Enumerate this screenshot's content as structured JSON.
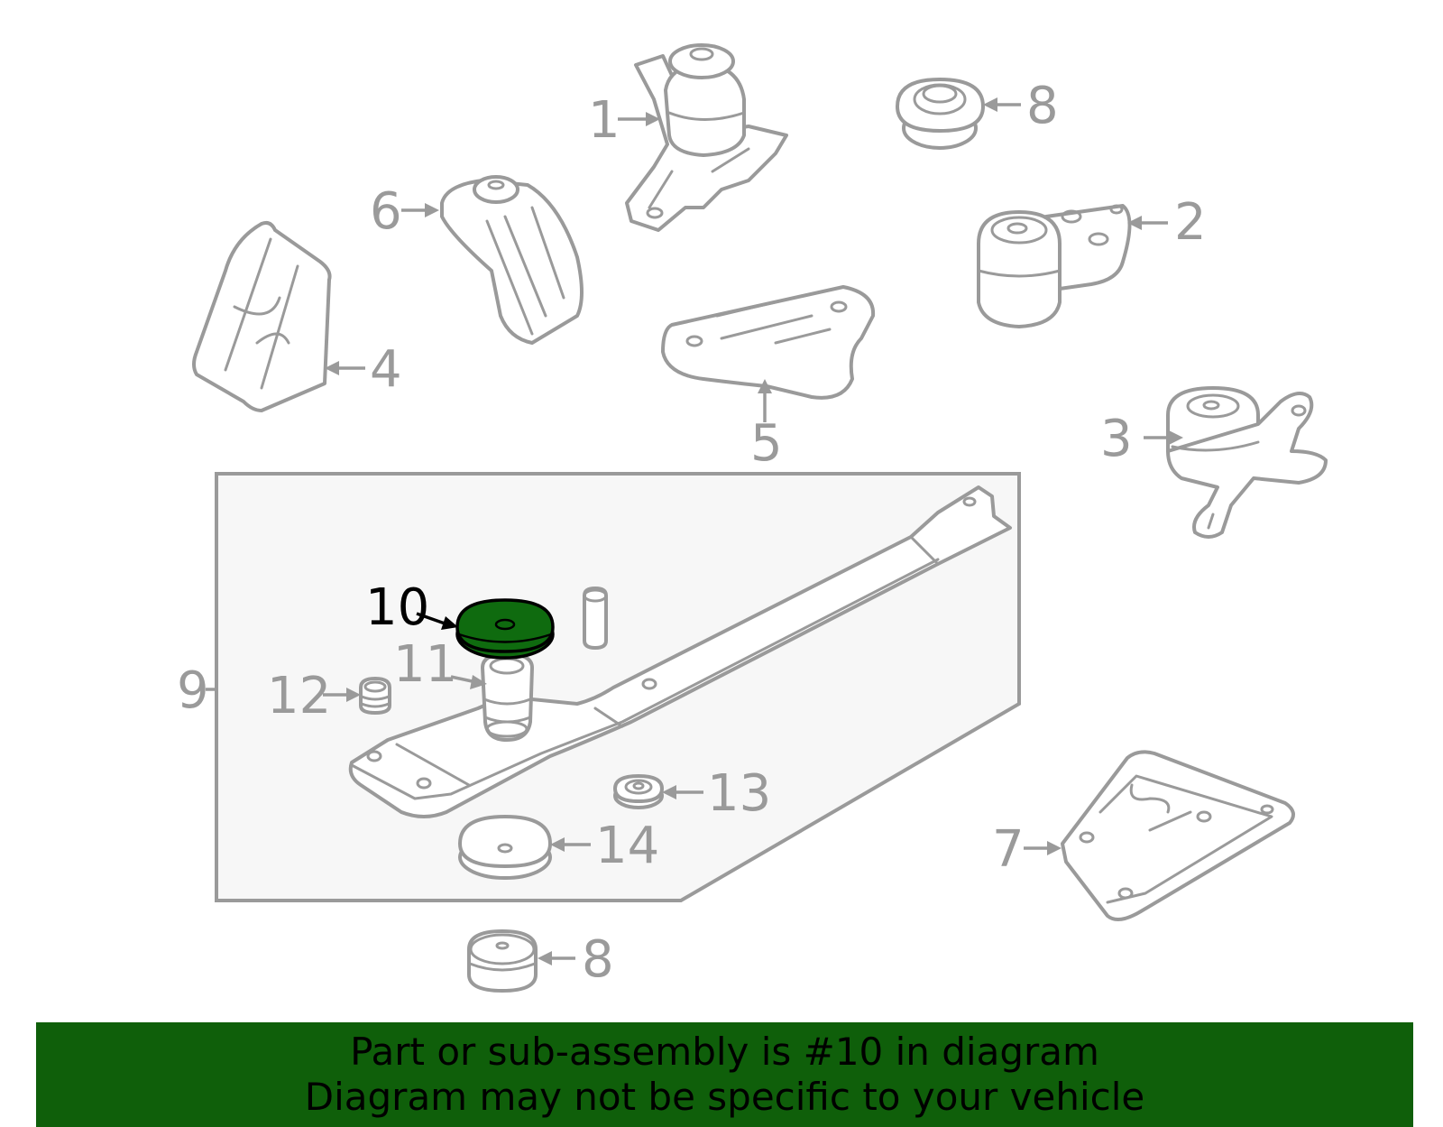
{
  "callouts": {
    "c1": "1",
    "c2": "2",
    "c3": "3",
    "c4": "4",
    "c5": "5",
    "c6": "6",
    "c7": "7",
    "c8a": "8",
    "c8b": "8",
    "c9": "9",
    "c10": "10",
    "c11": "11",
    "c12": "12",
    "c13": "13",
    "c14": "14"
  },
  "banner": {
    "line1": "Part or sub-assembly is #10 in diagram",
    "line2": "Diagram may not be specific to your vehicle"
  },
  "colors": {
    "highlight": "#0f6b0f",
    "banner": "#0f5f0a",
    "line_art": "#9a9a9a"
  }
}
